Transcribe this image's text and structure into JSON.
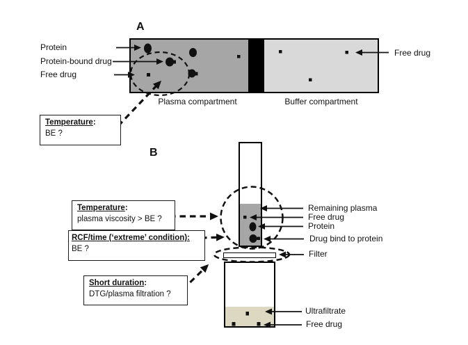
{
  "figure": {
    "panel_a": {
      "tag": "A",
      "pointer_labels": {
        "protein": "Protein",
        "protein_bound_drug": "Protein-bound drug",
        "free_drug": "Free drug",
        "free_drug_right": "Free drug"
      },
      "compartment_labels": {
        "plasma": "Plasma compartment",
        "buffer": "Buffer compartment"
      },
      "note_box": {
        "title": "Temperature",
        "suffix": ":",
        "body": "BE ?"
      }
    },
    "panel_b": {
      "tag": "B",
      "note_boxes": [
        {
          "title": "Temperature",
          "suffix": ":",
          "body": "plasma viscosity > BE ?"
        },
        {
          "title": "RCF/time (‘extreme’ condition):",
          "suffix": "",
          "body": "BE ?"
        },
        {
          "title": "Short duration",
          "suffix": ":",
          "body": "DTG/plasma filtration ?"
        }
      ],
      "pointer_labels": {
        "remaining_plasma": "Remaining plasma",
        "free_drug_top": "Free drug",
        "protein": "Protein",
        "drug_bind": "Drug bind to protein",
        "filter": "Filter",
        "ultrafiltrate": "Ultrafiltrate",
        "free_drug_bottom": "Free drug"
      }
    },
    "colors": {
      "plasma_gray": "#a6a6a6",
      "buffer_gray": "#d9d9d9",
      "membrane_black": "#000000",
      "ultrafiltrate_tan": "#ddd8c2"
    }
  }
}
